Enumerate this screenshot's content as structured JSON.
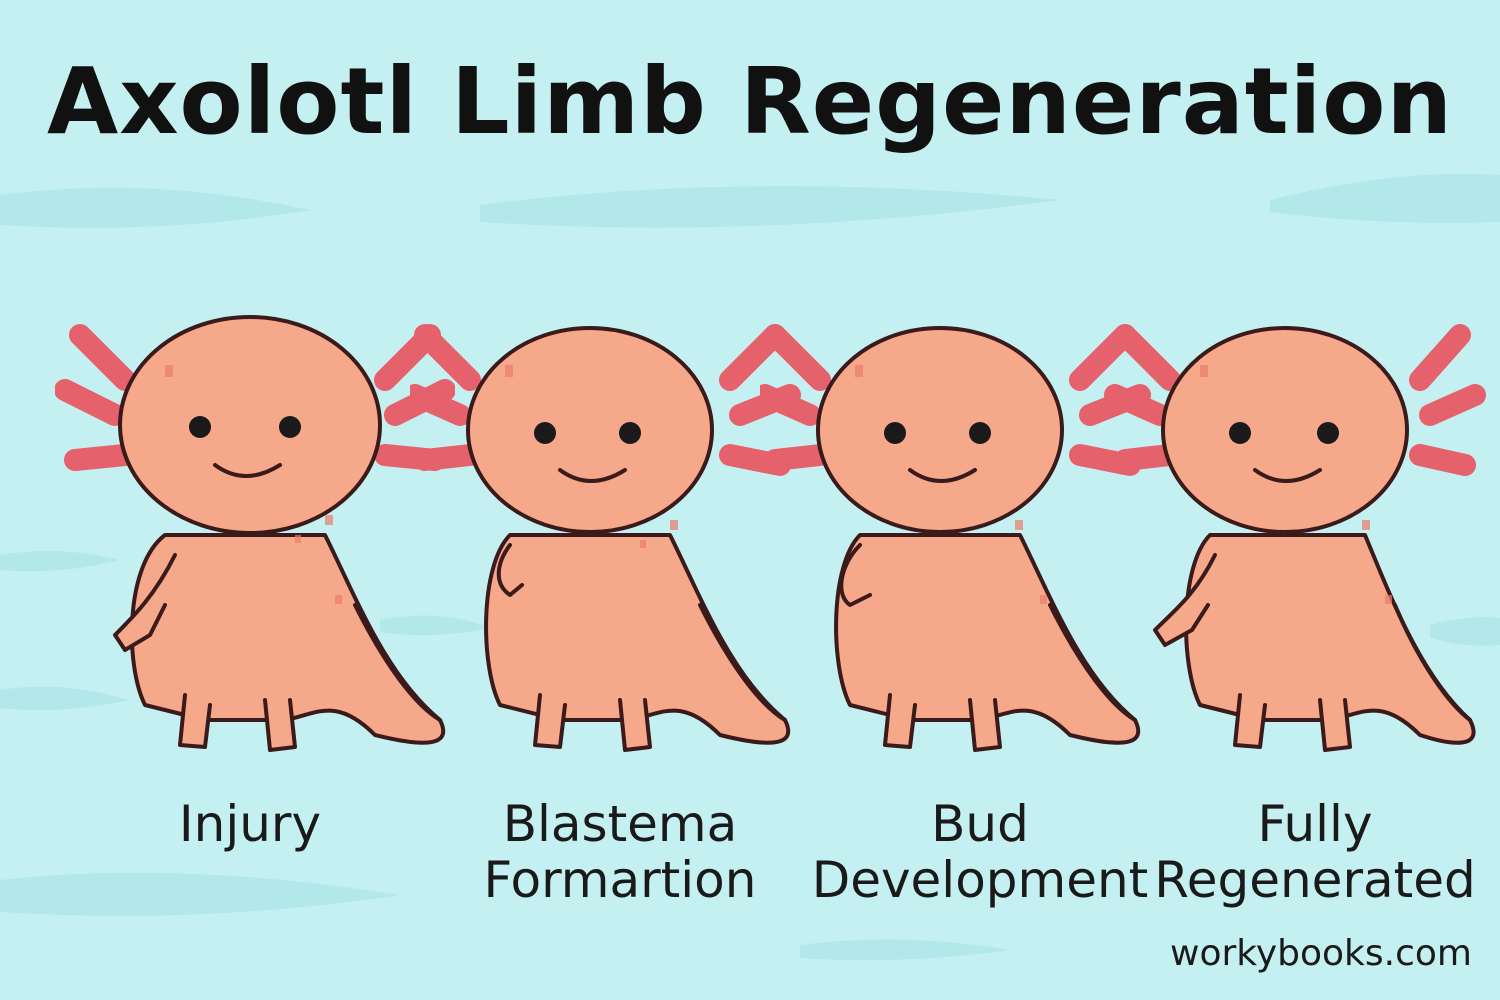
{
  "title": "Axolotl Limb Regeneration",
  "colors": {
    "background": "#c4f0f1",
    "wave": "#ade6e7",
    "skin": "#f6a88a",
    "gill": "#e5616b",
    "outline": "#3a1a1a"
  },
  "stages": [
    {
      "line1": "Injury",
      "line2": ""
    },
    {
      "line1": "Blastema",
      "line2": "Formartion"
    },
    {
      "line1": "Bud",
      "line2": "Development"
    },
    {
      "line1": "Fully",
      "line2": "Regenerated"
    }
  ],
  "footer": "workybooks.com"
}
